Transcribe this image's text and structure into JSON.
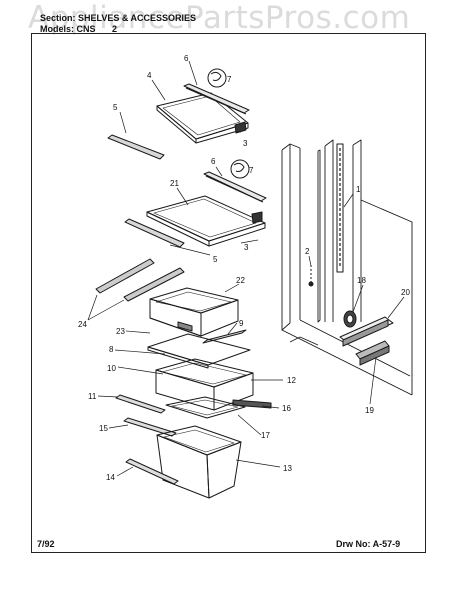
{
  "header": {
    "section_label": "Section: SHELVES & ACCESSORIES",
    "model_label": "Models: CNS",
    "model_suffix": "2"
  },
  "watermark": "AppliancePartsPros.com",
  "footer": {
    "date": "7/92",
    "drawing_no": "Drw No: A-57-9"
  },
  "callouts": [
    "1",
    "2",
    "3",
    "3",
    "4",
    "5",
    "5",
    "6",
    "6",
    "7",
    "7",
    "8",
    "9",
    "10",
    "11",
    "12",
    "13",
    "14",
    "15",
    "16",
    "17",
    "18",
    "19",
    "20",
    "21",
    "22",
    "23",
    "24"
  ]
}
